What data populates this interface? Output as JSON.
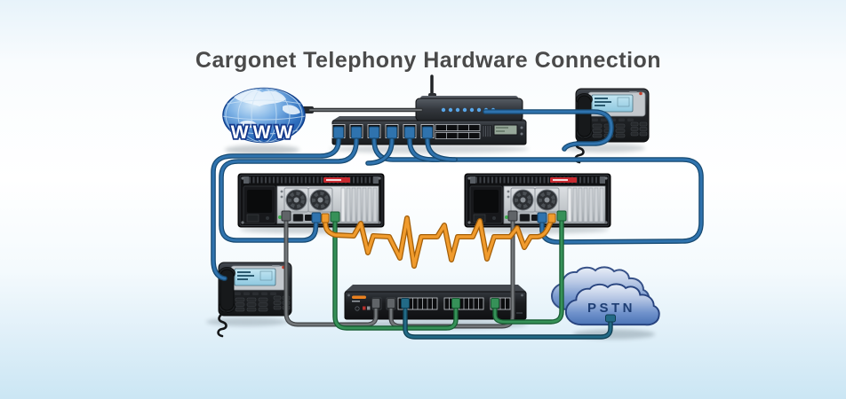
{
  "title": "Cargonet Telephony Hardware Connection",
  "labels": {
    "internet": "WWW",
    "pstn": "PSTN"
  },
  "devices": [
    {
      "id": "internet-globe",
      "label": "WWW"
    },
    {
      "id": "wireless-router"
    },
    {
      "id": "core-switch"
    },
    {
      "id": "ip-phone-top-right"
    },
    {
      "id": "pbx-server-left"
    },
    {
      "id": "pbx-server-right"
    },
    {
      "id": "ip-phone-bottom-left"
    },
    {
      "id": "voip-gateway"
    },
    {
      "id": "pstn-cloud",
      "label": "PSTN"
    }
  ],
  "connections": [
    {
      "from": "internet-globe",
      "to": "wireless-router",
      "cable": "dark-gray"
    },
    {
      "from": "core-switch",
      "to": "ip-phone-top-right",
      "cable": "blue"
    },
    {
      "from": "core-switch",
      "to": "ip-phone-bottom-left",
      "cable": "blue"
    },
    {
      "from": "core-switch",
      "to": "pbx-server-left",
      "cable": "blue"
    },
    {
      "from": "core-switch",
      "to": "pbx-server-right",
      "cable": "blue"
    },
    {
      "from": "pbx-server-left",
      "to": "pbx-server-right",
      "cable": "orange-heartbeat"
    },
    {
      "from": "pbx-server-left",
      "to": "voip-gateway",
      "cable": "gray"
    },
    {
      "from": "pbx-server-right",
      "to": "voip-gateway",
      "cable": "gray"
    },
    {
      "from": "pbx-server-left",
      "to": "voip-gateway",
      "cable": "green"
    },
    {
      "from": "pbx-server-right",
      "to": "voip-gateway",
      "cable": "green"
    },
    {
      "from": "pstn-cloud",
      "to": "voip-gateway",
      "cable": "teal"
    }
  ],
  "colors": {
    "title_text": "#4a4a4a",
    "cable_blue": "#2f73ae",
    "cable_blue_dark": "#174a72",
    "cable_teal": "#226a86",
    "cable_teal_dark": "#0f3e52",
    "cable_gray": "#73777a",
    "cable_gray_dark": "#3f4245",
    "cable_green": "#369158",
    "cable_green_dark": "#175c32",
    "cable_orange": "#f09b2d",
    "cable_orange_dark": "#a5600a",
    "globe_blue": "#2e6fbe",
    "cloud_blue": "#4a73b6",
    "cloud_outline": "#26427e",
    "led_blue": "#58a6e8",
    "label_red": "#c7292f",
    "logo_orange": "#e8801f",
    "lcd_blue": "#a8d8ec"
  }
}
